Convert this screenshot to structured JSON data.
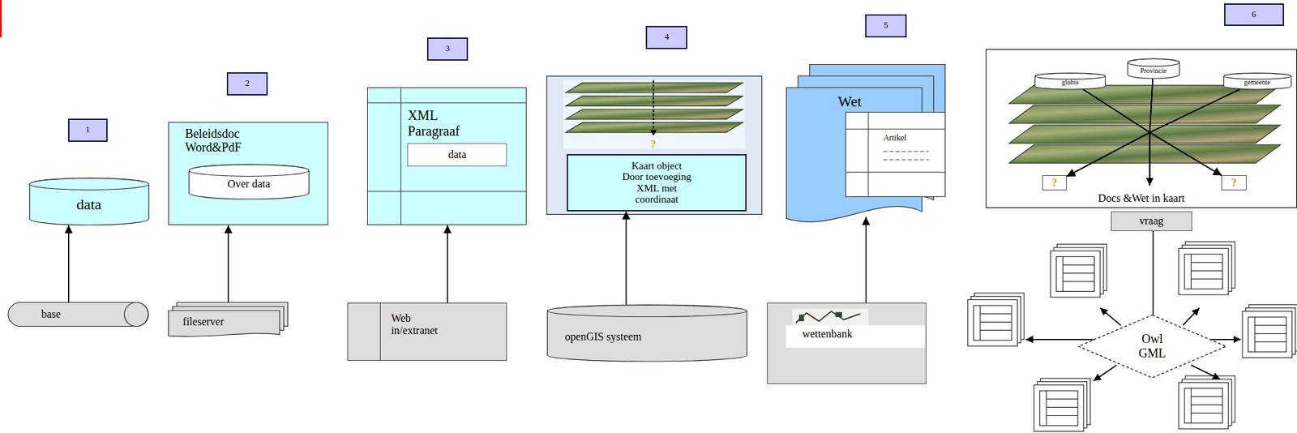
{
  "diagram": {
    "nodes": [
      {
        "text": [
          "data"
        ]
      },
      {
        "text": [
          "base"
        ]
      },
      {
        "text": [
          "Beleidsdoc Word&PdF"
        ]
      },
      {
        "text": [
          "Over data"
        ],
        "in": 2
      },
      {
        "text": [
          "fileserver"
        ]
      },
      {
        "text": [
          "XML Paragraaf"
        ]
      },
      {
        "text": [
          "data"
        ],
        "in": 5
      },
      {
        "text": [
          "Web in/extranet"
        ]
      },
      {
        "text": [
          "Kaart object Door toevoeging XML met coordinaat"
        ]
      },
      {
        "text": [
          "openGIS systeem"
        ]
      },
      {
        "text": [
          "Wet"
        ]
      },
      {
        "text": [
          "Artikel"
        ],
        "in": 10
      },
      {
        "text": [
          "wettenbank"
        ]
      },
      {
        "text": [
          "Docs &Wet in kaart"
        ]
      },
      {
        "text": [
          "globis"
        ],
        "in": 13
      },
      {
        "text": [
          "Provincie"
        ],
        "in": 13
      },
      {
        "text": [
          "gemeente"
        ],
        "in": 13
      },
      {
        "text": [
          "?"
        ],
        "in": 13
      },
      {
        "text": [
          "?"
        ],
        "in": 13
      },
      {
        "text": [
          "vraag"
        ]
      },
      {
        "text": [
          "Owl GML"
        ]
      }
    ],
    "edges": [
      {
        "from": 1,
        "to": 0,
        "arrow": "to"
      },
      {
        "from": 4,
        "to": 2,
        "arrow": "to"
      },
      {
        "from": 7,
        "to": 5,
        "arrow": "to"
      },
      {
        "from": 9,
        "to": 8,
        "arrow": "to"
      },
      {
        "from": 12,
        "to": 10,
        "arrow": "to"
      },
      {
        "from": 14,
        "to": 17,
        "arrow": "to"
      },
      {
        "from": 14,
        "to": 18,
        "arrow": "to"
      },
      {
        "from": 15,
        "to": 17,
        "arrow": "to"
      },
      {
        "from": 15,
        "to": 18,
        "arrow": "to"
      },
      {
        "from": 16,
        "to": 17,
        "arrow": "to"
      },
      {
        "from": 16,
        "to": 18,
        "arrow": "to"
      },
      {
        "from": 19,
        "to": 20,
        "arrow": "none"
      }
    ],
    "labels": [
      "1",
      "2",
      "3",
      "4",
      "5",
      "6",
      "?"
    ]
  }
}
